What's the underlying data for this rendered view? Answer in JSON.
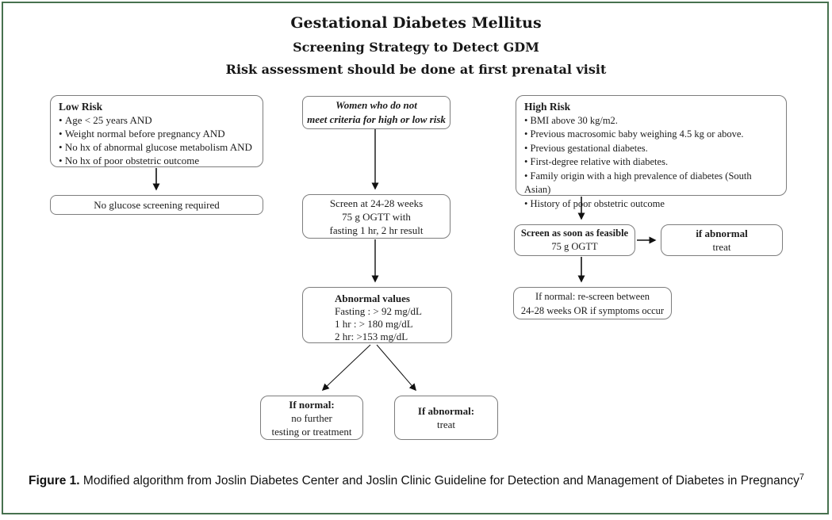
{
  "page": {
    "border_color": "#47714f"
  },
  "header": {
    "title": "Gestational Diabetes Mellitus",
    "subtitle": "Screening Strategy to Detect GDM",
    "note": "Risk assessment should be done at first prenatal visit"
  },
  "low_risk_branch": {
    "criteria_box": {
      "heading": "Low Risk",
      "bullets": [
        "Age < 25 years AND",
        "Weight normal before pregnancy AND",
        "No hx of abnormal glucose metabolism AND",
        "No hx of poor obstetric outcome"
      ]
    },
    "outcome_box": "No glucose screening required"
  },
  "average_risk_branch": {
    "entry_box": {
      "lines": [
        "Women who do not",
        "meet criteria for high or low risk"
      ]
    },
    "screen_box": {
      "lines": [
        "Screen at 24-28 weeks",
        "75 g OGTT with",
        "fasting 1 hr, 2 hr result"
      ]
    },
    "abnormal_values_box": {
      "heading": "Abnormal values",
      "lines": [
        "Fasting : > 92 mg/dL",
        "1 hr : > 180 mg/dL",
        "2 hr: >153 mg/dL"
      ]
    },
    "if_normal_box": {
      "heading": "If normal:",
      "lines": [
        "no further",
        "testing or treatment"
      ]
    },
    "if_abnormal_box": {
      "heading": "If abnormal:",
      "lines": [
        "treat"
      ]
    }
  },
  "high_risk_branch": {
    "criteria_box": {
      "heading": "High Risk",
      "bullets": [
        "BMI above 30 kg/m2.",
        "Previous macrosomic baby weighing 4.5 kg or above.",
        "Previous gestational diabetes.",
        "First-degree relative with diabetes.",
        "Family origin with a high prevalence of diabetes (South Asian)",
        "History of poor obstetric outcome"
      ]
    },
    "screen_box": {
      "heading": "Screen as soon as feasible",
      "lines": [
        "75 g OGTT"
      ]
    },
    "if_abnormal_box": {
      "heading": "if abnormal",
      "lines": [
        "treat"
      ]
    },
    "rescreen_box": {
      "lines": [
        "If normal: re-screen between",
        "24-28 weeks OR if symptoms occur"
      ]
    }
  },
  "caption": {
    "label": "Figure 1.",
    "text": " Modified algorithm from Joslin Diabetes Center and Joslin Clinic Guideline for Detection and Management of Diabetes in Pregnancy",
    "reference": "7"
  }
}
